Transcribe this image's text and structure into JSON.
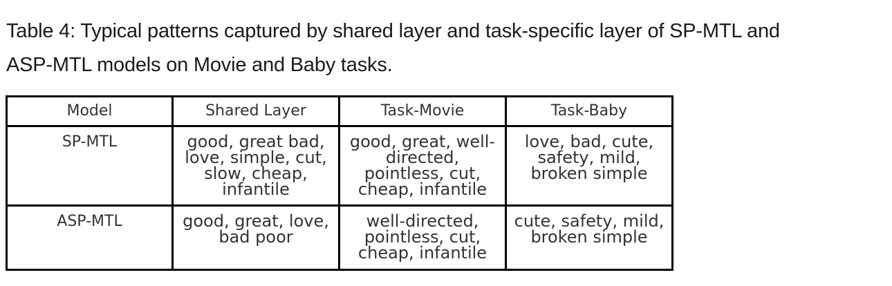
{
  "caption": {
    "line1": "Table 4: Typical patterns captured by shared layer and task-specific layer of SP-MTL and",
    "line2": "ASP-MTL models on Movie and Baby tasks."
  },
  "table": {
    "headers": [
      "Model",
      "Shared Layer",
      "Task-Movie",
      "Task-Baby"
    ],
    "rows": [
      {
        "model": "SP-MTL",
        "shared": [
          "good, great bad,",
          "love, simple, cut,",
          "slow, cheap,",
          "infantile"
        ],
        "movie": [
          "good, great, well-",
          "directed,",
          "pointless, cut,",
          "cheap, infantile"
        ],
        "baby": [
          "love, bad, cute,",
          "safety, mild,",
          "broken simple"
        ]
      },
      {
        "model": "ASP-MTL",
        "shared": [
          "good, great, love,",
          "bad poor"
        ],
        "movie": [
          "well-directed,",
          "pointless, cut,",
          "cheap, infantile"
        ],
        "baby": [
          "cute, safety, mild,",
          "broken simple"
        ]
      }
    ]
  }
}
